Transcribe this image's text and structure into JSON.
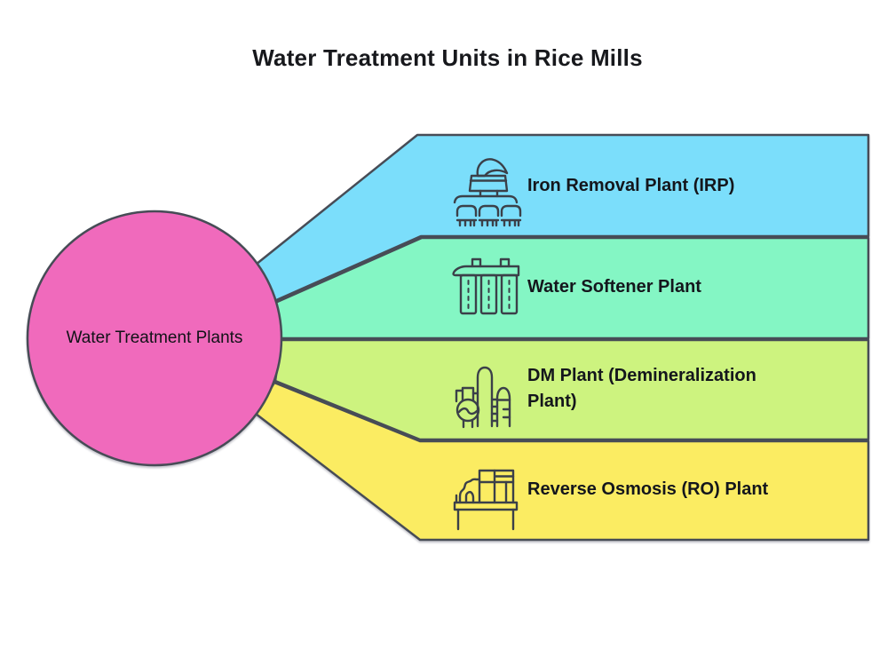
{
  "title": "Water Treatment Units in Rice Mills",
  "center_node": {
    "label": "Water Treatment Plants",
    "fill": "#F06ABC"
  },
  "items": [
    {
      "label": "Iron Removal Plant (IRP)",
      "fill": "#7BDEFB",
      "icon": "rice-mill-machine-icon"
    },
    {
      "label": "Water Softener Plant",
      "fill": "#84F6C4",
      "icon": "softener-tanks-icon"
    },
    {
      "label": "DM Plant (Demineralization Plant)",
      "fill": "#CDF37F",
      "icon": "demineralization-columns-icon"
    },
    {
      "label": "Reverse Osmosis (RO) Plant",
      "fill": "#FBEC62",
      "icon": "ro-filtration-unit-icon"
    }
  ],
  "colors": {
    "background": "#FFFFFF",
    "outline": "#474C56",
    "icon_stroke": "#3B4049",
    "title_text": "#17181C",
    "label_text": "#14161C"
  }
}
